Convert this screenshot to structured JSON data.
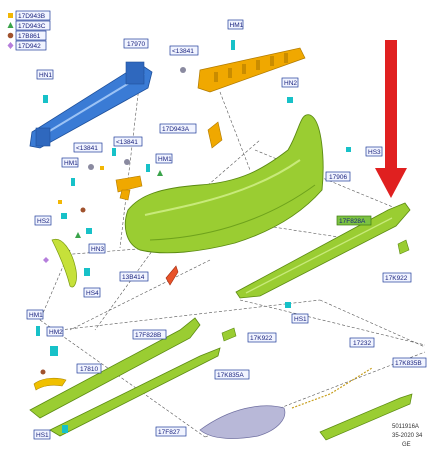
{
  "legend": [
    {
      "symbol": "square",
      "color": "#f2b705",
      "code": "17D943B"
    },
    {
      "symbol": "triangle",
      "color": "#3aa34a",
      "code": "17D943C"
    },
    {
      "symbol": "circle",
      "color": "#a0522d",
      "code": "17B861"
    },
    {
      "symbol": "diamond",
      "color": "#b57edc",
      "code": "17D942"
    }
  ],
  "part_labels": {
    "p17970": "17970",
    "p13841_top": "<13841",
    "hm1_top": "HM1",
    "hn1": "HN1",
    "hn2": "HN2",
    "hs3": "HS3",
    "p17d943a": "17D943A",
    "p13841_mid": "<13841",
    "p13841_left": "<13841",
    "hm1_mid": "HM1",
    "hm1_left": "HM1",
    "p17906": "17906",
    "p17f828a": "17F828A",
    "hs2": "HS2",
    "hn3": "HN3",
    "hs4": "HS4",
    "p13b414": "13B414",
    "p17k922_right": "17K922",
    "hs1_mid": "HS1",
    "hm1_low": "HM1",
    "hm2": "HM2",
    "p17f828b": "17F828B",
    "p17k922_mid": "17K922",
    "p17810": "17810",
    "p17k835a": "17K835A",
    "p17232": "17232",
    "p17k835b": "17K835B",
    "hs1_low": "HS1",
    "p17f827": "17F827"
  },
  "footer": {
    "code": "5011916A",
    "date": "35-2020 34",
    "region": "GE"
  },
  "colors": {
    "bumper_green": "#9acd32",
    "beam_blue": "#3a7bd5",
    "absorber_orange": "#f0a800",
    "cyan_clip": "#17c1c8",
    "red_arrow": "#e02020",
    "label_border": "#1f3b99",
    "label_bg": "#f1f4ff",
    "label_green_bg": "#7cc242"
  }
}
